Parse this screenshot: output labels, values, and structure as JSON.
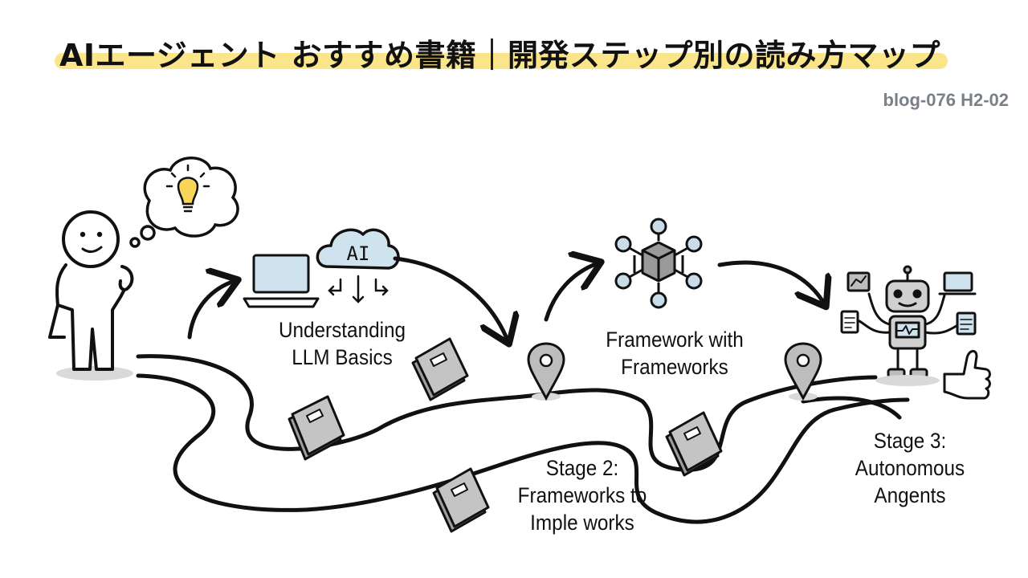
{
  "header": {
    "title": "AIエージェント おすすめ書籍｜開発ステップ別の読み方マップ",
    "tag": "blog-076  H2-02"
  },
  "diagram": {
    "cloud_label": "AI",
    "stage1": {
      "line1": "Understanding",
      "line2": "LLM Basics"
    },
    "framework": {
      "line1": "Framework with",
      "line2": "Frameworks"
    },
    "stage2": {
      "line1": "Stage 2:",
      "line2": "Frameworks to",
      "line3": "Imple works"
    },
    "stage3": {
      "line1": "Stage 3:",
      "line2": "Autonomous",
      "line3": "Angents"
    }
  },
  "colors": {
    "highlight": "#fbe58a",
    "ink": "#111111",
    "cloud": "#cfe3ee",
    "node": "#c9dde8",
    "book": "#b9b9b9",
    "tag": "#7a8088"
  }
}
